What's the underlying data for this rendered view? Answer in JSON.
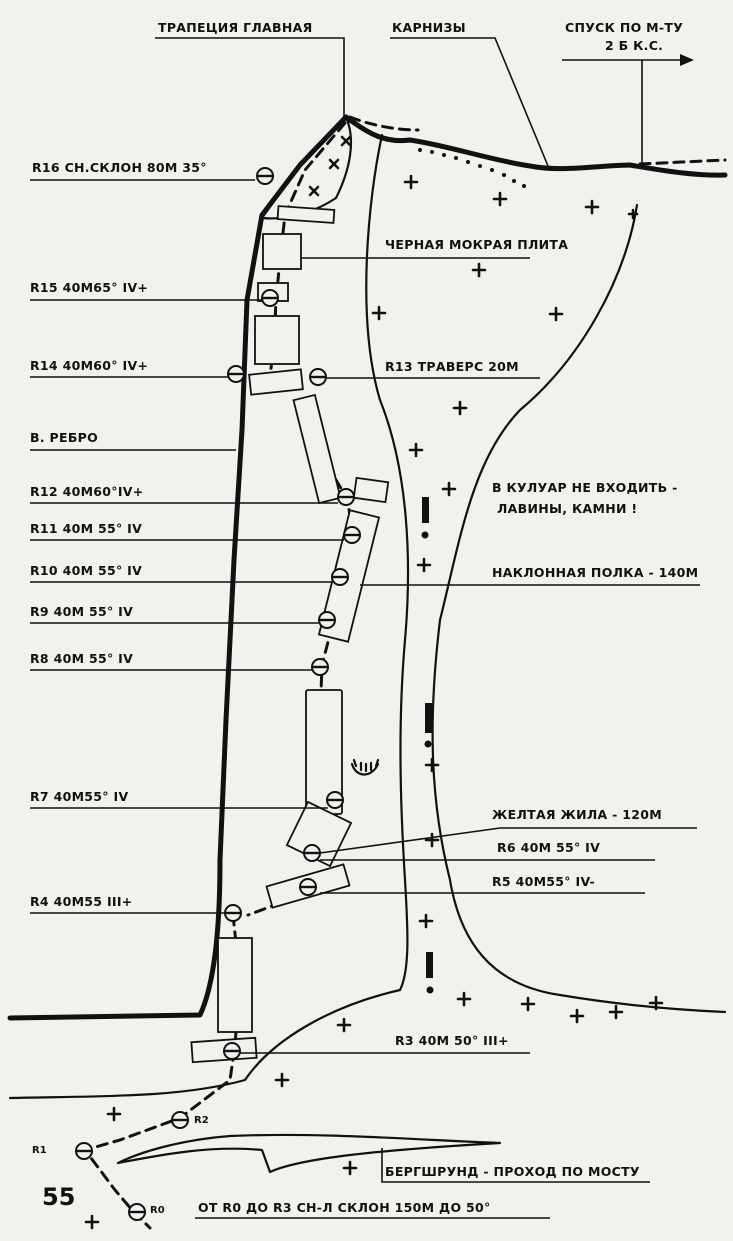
{
  "labels": {
    "trapezia": "ТРАПЕЦИЯ ГЛАВНАЯ",
    "karnizy": "КАРНИЗЫ",
    "descent_line1": "СПУСК ПО М-ТУ",
    "descent_line2": "2 Б К.С.",
    "r16": "R16  СН.СКЛОН 80М 35°",
    "black_slab": "ЧЕРНАЯ МОКРАЯ ПЛИТА",
    "r15": "R15 40М65° IV+",
    "r14": "R14 40М60° IV+",
    "r13": "R13 ТРАВЕРС 20М",
    "v_rebro": "В. РЕБРО",
    "r12": "R12 40М60°IV+",
    "warning_line1": "В КУЛУАР НЕ ВХОДИТЬ -",
    "warning_line2": "ЛАВИНЫ, КАМНИ !",
    "r11": "R11 40М 55° IV",
    "r10": "R10 40М 55° IV",
    "sloping_shelf": "НАКЛОННАЯ ПОЛКА - 140М",
    "r9": "R9 40М 55° IV",
    "r8": "R8  40М 55° IV",
    "r7": "R7 40М55° IV",
    "yellow_vein": "ЖЕЛТАЯ ЖИЛА - 120М",
    "r6": "R6 40М 55° IV",
    "r5": "R5 40М55°  IV-",
    "r4": "R4 40М55 III+",
    "r3": "R3 40М 50° III+",
    "r2": "R2",
    "r1": "R1",
    "r0": "R0",
    "bergschrund": "БЕРГШРУНД - ПРОХОД ПО МОСТУ",
    "r0_r3": "ОТ R0 ДО R3 СН-Л СКЛОН 150М ДО 50°",
    "page_number": "55"
  }
}
